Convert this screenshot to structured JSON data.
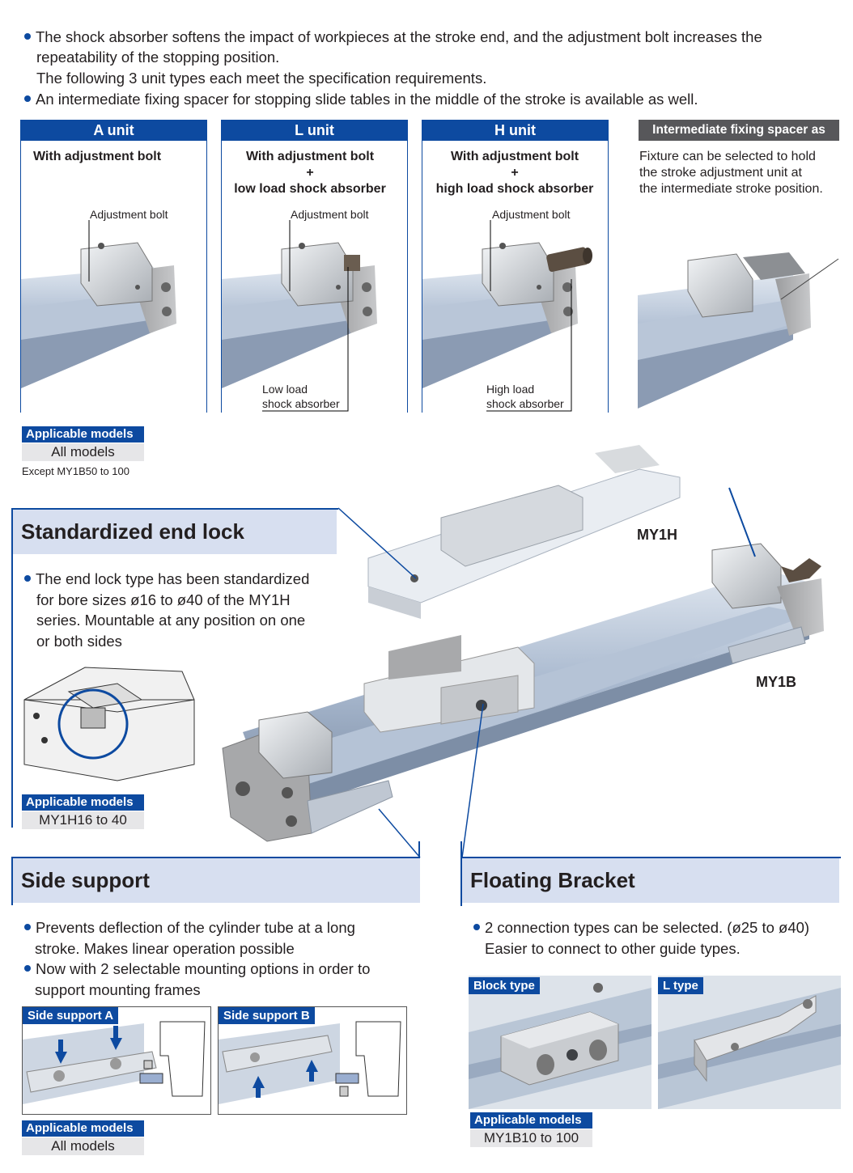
{
  "intro": {
    "bullet1_line1": "The shock absorber softens the impact of workpieces at the stroke end, and the adjustment bolt increases the",
    "bullet1_line2": "repeatability of the stopping position.",
    "bullet1_line3": "The following 3 unit types each meet the specification requirements.",
    "bullet2": "An intermediate fixing spacer for stopping slide tables in the middle of the stroke is available as well."
  },
  "units": [
    {
      "title": "A unit",
      "desc_line1": "With adjustment bolt",
      "desc_line2": "",
      "desc_line3": "",
      "callout_top": "Adjustment bolt",
      "callout_bottom_1": "",
      "callout_bottom_2": ""
    },
    {
      "title": "L unit",
      "desc_line1": "With adjustment bolt",
      "desc_line2": "+",
      "desc_line3": "low load shock absorber",
      "callout_top": "Adjustment bolt",
      "callout_bottom_1": "Low load",
      "callout_bottom_2": "shock absorber"
    },
    {
      "title": "H unit",
      "desc_line1": "With adjustment bolt",
      "desc_line2": "+",
      "desc_line3": "high load shock absorber",
      "callout_top": "Adjustment bolt",
      "callout_bottom_1": "High load",
      "callout_bottom_2": "shock absorber"
    }
  ],
  "spacer": {
    "title": "Intermediate fixing spacer as standard",
    "desc_line1": "Fixture can be selected to hold",
    "desc_line2": "the stroke adjustment unit at",
    "desc_line3": "the intermediate stroke position."
  },
  "applicable_top": {
    "label": "Applicable models",
    "value": "All models",
    "note": "Except MY1B50 to 100"
  },
  "product_labels": {
    "my1h": "MY1H",
    "my1b": "MY1B"
  },
  "end_lock": {
    "title": "Standardized end lock",
    "text_line1": "The end lock type has been standardized",
    "text_line2": "for bore sizes ø16 to ø40 of the MY1H",
    "text_line3": "series. Mountable at any position on one",
    "text_line4": "or both sides",
    "applicable_label": "Applicable models",
    "applicable_value": "MY1H16 to 40"
  },
  "side_support": {
    "title": "Side support",
    "bullet1_line1": "Prevents deflection of the cylinder tube at a long",
    "bullet1_line2": "stroke.  Makes linear operation possible",
    "bullet2_line1": "Now with 2 selectable mounting options in order to",
    "bullet2_line2": "support mounting frames",
    "label_a": "Side support A",
    "label_b": "Side support B",
    "applicable_label": "Applicable models",
    "applicable_value": "All models"
  },
  "floating_bracket": {
    "title": "Floating Bracket",
    "text_line1": "2 connection types can be selected. (ø25 to ø40)",
    "text_line2": "Easier to connect to other guide types.",
    "label_block": "Block type",
    "label_l": "L type",
    "applicable_label": "Applicable models",
    "applicable_value": "MY1B10 to 100"
  },
  "colors": {
    "brand_blue": "#0d4aa0",
    "title_bg": "#d7dff0",
    "value_bg": "#e6e6e8"
  }
}
